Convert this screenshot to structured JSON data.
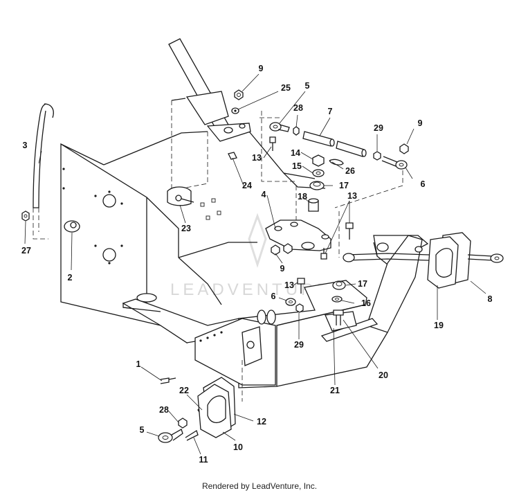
{
  "labels": [
    {
      "id": "p1",
      "text": "1"
    },
    {
      "id": "p2",
      "text": "2"
    },
    {
      "id": "p3",
      "text": "3"
    },
    {
      "id": "p4",
      "text": "4"
    },
    {
      "id": "p5a",
      "text": "5"
    },
    {
      "id": "p5b",
      "text": "5"
    },
    {
      "id": "p6a",
      "text": "6"
    },
    {
      "id": "p6b",
      "text": "6"
    },
    {
      "id": "p7",
      "text": "7"
    },
    {
      "id": "p8",
      "text": "8"
    },
    {
      "id": "p9a",
      "text": "9"
    },
    {
      "id": "p9b",
      "text": "9"
    },
    {
      "id": "p9c",
      "text": "9"
    },
    {
      "id": "p10",
      "text": "10"
    },
    {
      "id": "p11",
      "text": "11"
    },
    {
      "id": "p12",
      "text": "12"
    },
    {
      "id": "p13a",
      "text": "13"
    },
    {
      "id": "p13b",
      "text": "13"
    },
    {
      "id": "p13c",
      "text": "13"
    },
    {
      "id": "p14",
      "text": "14"
    },
    {
      "id": "p15",
      "text": "15"
    },
    {
      "id": "p16",
      "text": "16"
    },
    {
      "id": "p17a",
      "text": "17"
    },
    {
      "id": "p17b",
      "text": "17"
    },
    {
      "id": "p18",
      "text": "18"
    },
    {
      "id": "p19",
      "text": "19"
    },
    {
      "id": "p20",
      "text": "20"
    },
    {
      "id": "p21",
      "text": "21"
    },
    {
      "id": "p22",
      "text": "22"
    },
    {
      "id": "p23",
      "text": "23"
    },
    {
      "id": "p24",
      "text": "24"
    },
    {
      "id": "p25",
      "text": "25"
    },
    {
      "id": "p26",
      "text": "26"
    },
    {
      "id": "p27",
      "text": "27"
    },
    {
      "id": "p28a",
      "text": "28"
    },
    {
      "id": "p28b",
      "text": "28"
    },
    {
      "id": "p29a",
      "text": "29"
    },
    {
      "id": "p29b",
      "text": "29"
    }
  ],
  "footer": "Rendered by LeadVenture, Inc.",
  "watermark": "LEADVENTURE",
  "colors": {
    "ink": "#1a1a1a",
    "background": "#ffffff",
    "watermark": "#d8d8d8"
  }
}
